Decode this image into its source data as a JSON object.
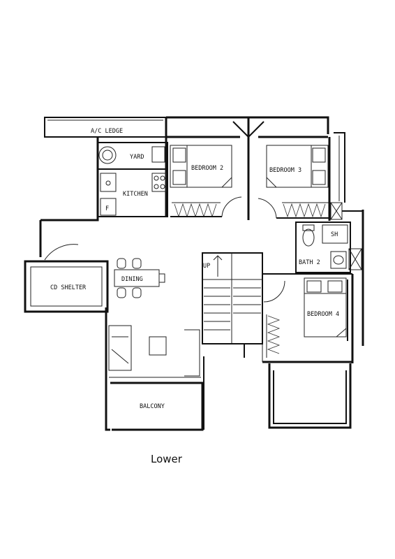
{
  "rooms": {
    "ac_ledge": "A/C LEDGE",
    "yard": "YARD",
    "kitchen": "KITCHEN",
    "bedroom2": "BEDROOM 2",
    "bedroom3": "BEDROOM 3",
    "bedroom4": "BEDROOM 4",
    "sh": "SH",
    "bath2": "BATH 2",
    "cd_shelter": "CD SHELTER",
    "dining": "DINING",
    "up": "UP",
    "balcony": "BALCONY",
    "fridge": "F"
  },
  "caption": "Lower"
}
